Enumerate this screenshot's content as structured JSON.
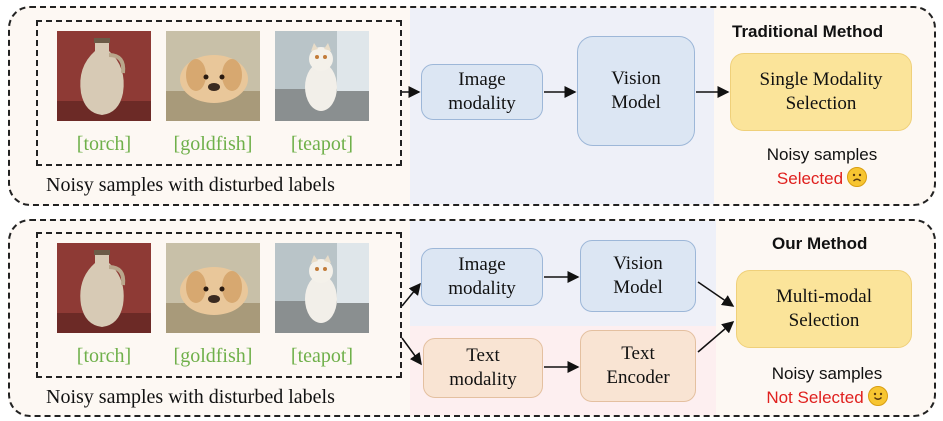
{
  "top": {
    "method_title": "Traditional Method",
    "captions": [
      "[torch]",
      "[goldfish]",
      "[teapot]"
    ],
    "samples_label": "Noisy samples with disturbed labels",
    "image_modality": [
      "Image",
      "modality"
    ],
    "vision_model": [
      "Vision",
      "Model"
    ],
    "selection": [
      "Single Modality",
      "Selection"
    ],
    "noisy_samples": "Noisy samples",
    "status": "Selected",
    "status_icon": "sad-face-emoji-icon"
  },
  "bottom": {
    "method_title": "Our Method",
    "captions": [
      "[torch]",
      "[goldfish]",
      "[teapot]"
    ],
    "samples_label": "Noisy samples with disturbed labels",
    "image_modality": [
      "Image",
      "modality"
    ],
    "vision_model": [
      "Vision",
      "Model"
    ],
    "text_modality": [
      "Text",
      "modality"
    ],
    "text_encoder": [
      "Text",
      "Encoder"
    ],
    "selection": [
      "Multi-modal",
      "Selection"
    ],
    "noisy_samples": "Noisy samples",
    "status": "Not Selected",
    "status_icon": "smile-face-emoji-icon"
  },
  "colors": {
    "caption_green": "#6fb04a",
    "status_red": "#e0201e",
    "box_blue": "#dce6f3",
    "box_tan": "#f9e4d3",
    "box_gold": "#fbe49a"
  }
}
